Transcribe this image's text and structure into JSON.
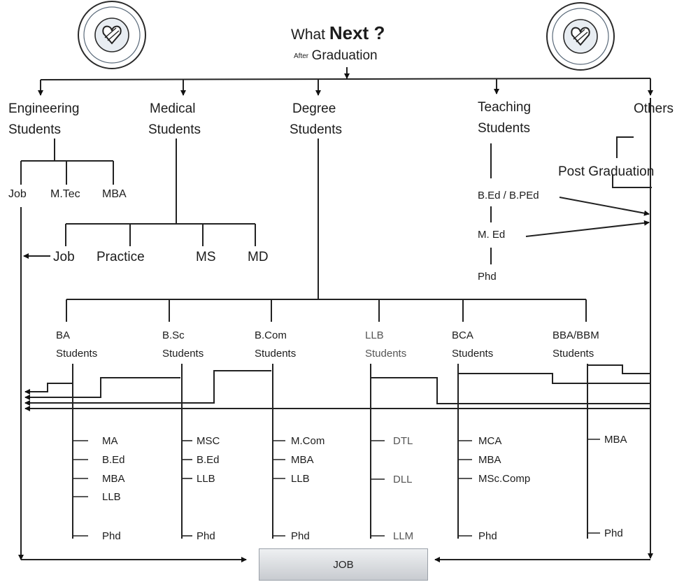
{
  "title": {
    "prefix": "What",
    "emphasis": "Next ?",
    "sub_small": "After",
    "sub": "Graduation"
  },
  "logos": {
    "left": "seal-emblem",
    "right": "seal-emblem"
  },
  "streams": {
    "engineering": {
      "l1": "Engineering",
      "l2": "Students",
      "options": [
        "Job",
        "M.Tec",
        "MBA"
      ]
    },
    "medical": {
      "l1": "Medical",
      "l2": "Students",
      "options": [
        "Job",
        "Practice",
        "MS",
        "MD"
      ]
    },
    "degree": {
      "l1": "Degree",
      "l2": "Students"
    },
    "teaching": {
      "l1": "Teaching",
      "l2": "Students",
      "options": [
        "B.Ed / B.PEd",
        "M. Ed",
        "Phd"
      ]
    },
    "others": {
      "l1": "Others",
      "option": "Post Graduation"
    }
  },
  "degrees": [
    {
      "l1": "BA",
      "l2": "Students",
      "options": [
        "MA",
        "B.Ed",
        "MBA",
        "LLB",
        "Phd"
      ]
    },
    {
      "l1": "B.Sc",
      "l2": "Students",
      "options": [
        "MSC",
        "B.Ed",
        "LLB",
        "Phd"
      ]
    },
    {
      "l1": "B.Com",
      "l2": "Students",
      "options": [
        "M.Com",
        "MBA",
        "LLB",
        "Phd"
      ]
    },
    {
      "l1": "LLB",
      "l2": "Students",
      "options": [
        "DTL",
        "DLL",
        "LLM"
      ]
    },
    {
      "l1": "BCA",
      "l2": "Students",
      "options": [
        "MCA",
        "MBA",
        "MSc.Comp",
        "Phd"
      ]
    },
    {
      "l1": "BBA/BBM",
      "l2": "Students",
      "options": [
        "MBA",
        "Phd"
      ]
    }
  ],
  "job_box": {
    "label": "JOB"
  }
}
